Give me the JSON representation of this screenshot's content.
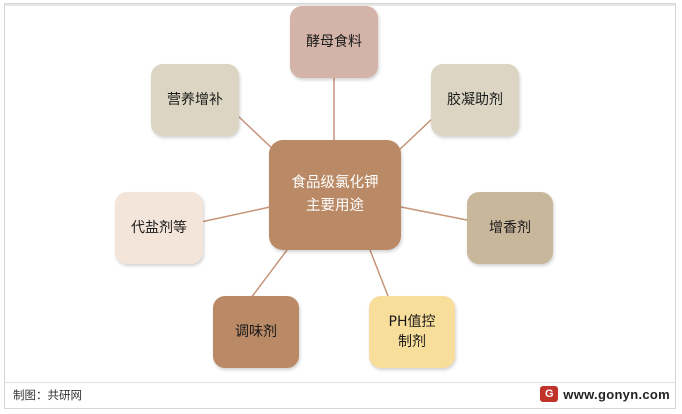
{
  "diagram": {
    "center": {
      "lines": [
        "食品级氯化钾",
        "主要用途"
      ],
      "color": "#b98a65"
    },
    "uses": [
      {
        "lines": [
          "酵母食料"
        ],
        "color": "#d4b4a8"
      },
      {
        "lines": [
          "胶凝助剂"
        ],
        "color": "#dcd5c3"
      },
      {
        "lines": [
          "增香剂"
        ],
        "color": "#c9b79c"
      },
      {
        "lines": [
          "PH值控",
          "制剂"
        ],
        "color": "#f8de9b"
      },
      {
        "lines": [
          "调味剂"
        ],
        "color": "#b98a65"
      },
      {
        "lines": [
          "代盐剂等"
        ],
        "color": "#f4e5da"
      },
      {
        "lines": [
          "营养增补"
        ],
        "color": "#dcd5c3"
      }
    ],
    "connector_color": "#c6957a"
  },
  "footer": {
    "source": "制图：共研网",
    "logo_mark": "G",
    "logo_text": "www.gonyn.com",
    "logo_color": "#c0332b"
  }
}
